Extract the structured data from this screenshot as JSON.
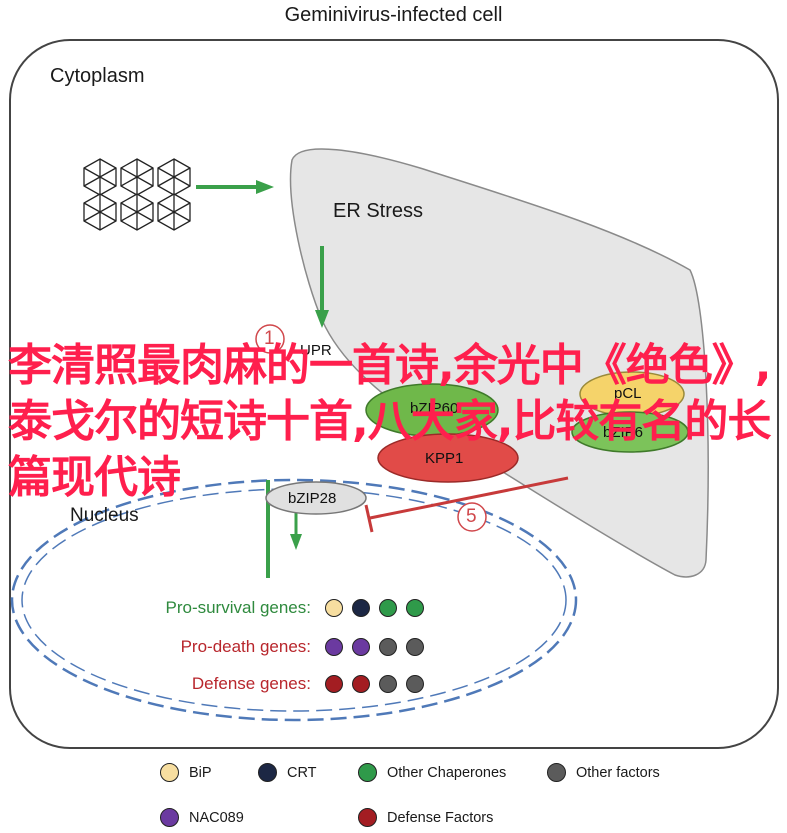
{
  "title": "Geminivirus-infected cell",
  "labels": {
    "cytoplasm": "Cytoplasm",
    "er_stress": "ER Stress",
    "nucleus": "Nucleus",
    "upr": "UPR",
    "bzip60": "bZIP60",
    "kpp1": "KPP1",
    "bzip28": "bZIP28",
    "pcl": "pCL",
    "bzip6": "bZIP6",
    "num_1": "1",
    "num_5": "5"
  },
  "gene_rows": [
    {
      "label": "Pro-survival genes:",
      "color": "#2f8a3e",
      "dots": [
        "#f7dea0",
        "#1c2744",
        "#2f9a4a",
        "#2f9a4a"
      ]
    },
    {
      "label": "Pro-death genes:",
      "color": "#b8262c",
      "dots": [
        "#6b3aa0",
        "#6b3aa0",
        "#5b5b5b",
        "#5b5b5b"
      ]
    },
    {
      "label": "Defense genes:",
      "color": "#b8262c",
      "dots": [
        "#a31d22",
        "#a31d22",
        "#5b5b5b",
        "#5b5b5b"
      ]
    }
  ],
  "legend": [
    {
      "label": "BiP",
      "color": "#f7dea0"
    },
    {
      "label": "CRT",
      "color": "#1c2744"
    },
    {
      "label": "Other Chaperones",
      "color": "#2f9a4a"
    },
    {
      "label": "Other factors",
      "color": "#5b5b5b"
    },
    {
      "label": "NAC089",
      "color": "#6b3aa0"
    },
    {
      "label": "Defense  Factors",
      "color": "#a31d22"
    }
  ],
  "watermark": "李清照最肉麻的一首诗,余光中《绝色》,泰戈尔的短诗十首,八大家,比较有名的长篇现代诗",
  "colors": {
    "arrow_green": "#3aa04a",
    "inhibit_red": "#c73a3a",
    "er_fill": "#e9e9e9",
    "nucleus_dash": "#4f79b8"
  }
}
